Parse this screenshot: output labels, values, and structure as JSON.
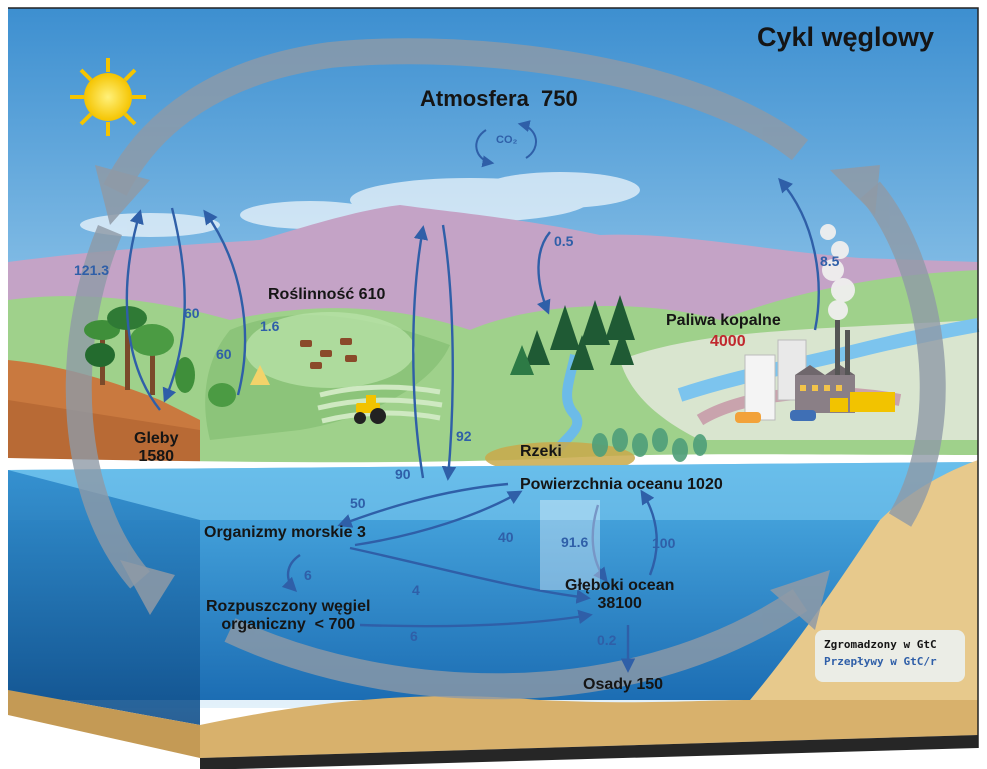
{
  "title": "Cykl węglowy",
  "co2_label": "CO₂",
  "stores": {
    "atmosphere": "Atmosfera  750",
    "vegetation": "Roślinność 610",
    "soils_name": "Gleby",
    "soils_value": "1580",
    "fossil_name": "Paliwa kopalne",
    "fossil_value": "4000",
    "rivers": "Rzeki",
    "surface_ocean": "Powierzchnia oceanu 1020",
    "marine_life": "Organizmy morskie 3",
    "doc_line1": "Rozpuszczony węgiel",
    "doc_line2": "organiczny  < 700",
    "deep_ocean_name": "Głęboki ocean",
    "deep_ocean_value": "38100",
    "sediments": "Osady 150"
  },
  "flows": {
    "soil_resp": "121.3",
    "veg_uptake": "60",
    "veg_resp": "60",
    "landuse": "1.6",
    "ocean_out": "90",
    "ocean_in": "92",
    "rivers_in": "0.5",
    "fossil_em": "8.5",
    "surf_to_bio": "50",
    "bio_to_surf": "40",
    "bio_to_doc": "6",
    "bio_to_deep": "4",
    "doc_to_deep": "6",
    "surf_to_deep": "91.6",
    "deep_to_surf": "100",
    "deep_to_sed": "0.2"
  },
  "legend": {
    "stored": "Zgromadzony w GtC",
    "fluxes": "Przepływy w GtC/r"
  },
  "colors": {
    "flow_arrow": "#2f5fa8",
    "fossil_value": "#c0282d",
    "cycle_arrow": "#8f9aa6"
  },
  "icons": [
    "sun-icon",
    "tractor-icon",
    "factory-icon",
    "car-icon",
    "truck-icon",
    "tree-icon",
    "cow-icon"
  ]
}
